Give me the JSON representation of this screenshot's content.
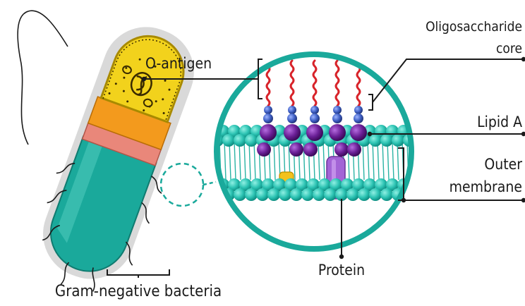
{
  "labels": {
    "o_antigen": "O-antigen",
    "oligosaccharide_line1": "Oligosaccharide",
    "oligosaccharide_line2": "core",
    "lipid_a": "Lipid A",
    "outer_membrane_line1": "Outer",
    "outer_membrane_line2": "membrane",
    "protein": "Protein",
    "bacteria": "Gram-negative bacteria"
  },
  "colors": {
    "teal": "#1aa99b",
    "teal_light": "#5fd3c6",
    "purple": "#6a1f96",
    "blue_bead": "#3f5fc4",
    "red_chain": "#d8232a",
    "yellow_cytoplasm": "#f2d21c",
    "orange_layer": "#f39a1d",
    "pink_layer": "#e9877a"
  }
}
